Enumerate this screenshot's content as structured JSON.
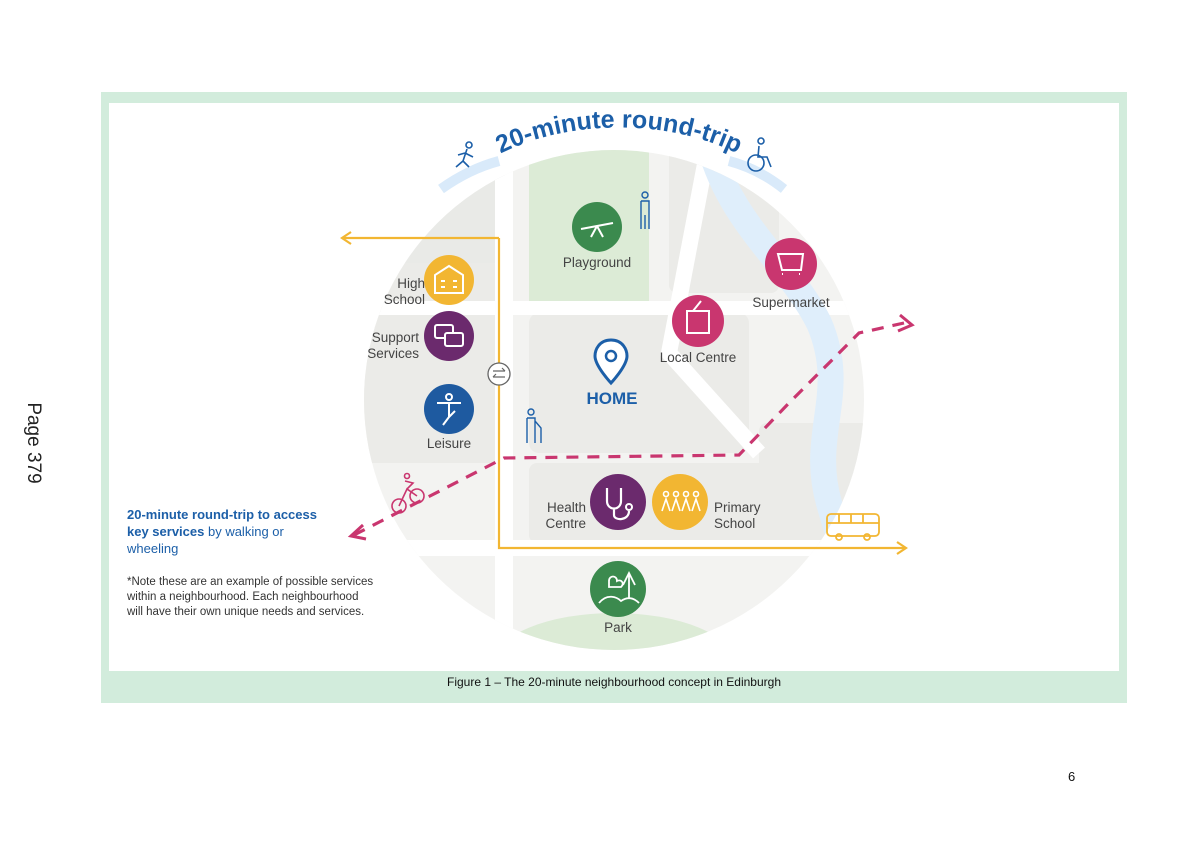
{
  "page_margin_label": "Page 379",
  "page_number": "6",
  "figure": {
    "caption": "Figure 1 – The 20-minute neighbourhood concept in Edinburgh",
    "arc_title": "20-minute round-trip",
    "center_label": "HOME",
    "services": {
      "playground": "Playground",
      "supermarket": "Supermarket",
      "local_centre": "Local Centre",
      "high_school_1": "High",
      "high_school_2": "School",
      "support_1": "Support",
      "support_2": "Services",
      "leisure": "Leisure",
      "health_1": "Health",
      "health_2": "Centre",
      "primary_1": "Primary",
      "primary_2": "School",
      "park": "Park"
    },
    "lead_bold": "20-minute round-trip to access key services",
    "lead_rest": " by walking or wheeling",
    "note": "*Note these are an example of possible services within a neighbourhood. Each neighbourhood will have their own unique needs and services.",
    "colors": {
      "frame": "#d2ecdc",
      "title_blue": "#1c5fa8",
      "route_yellow": "#f2b632",
      "route_pink": "#c9366f",
      "green": "#3b8a4e",
      "purple": "#6b2a6d",
      "magenta": "#c9366f",
      "blue": "#1e5aa0",
      "yellow": "#f2b632"
    }
  }
}
